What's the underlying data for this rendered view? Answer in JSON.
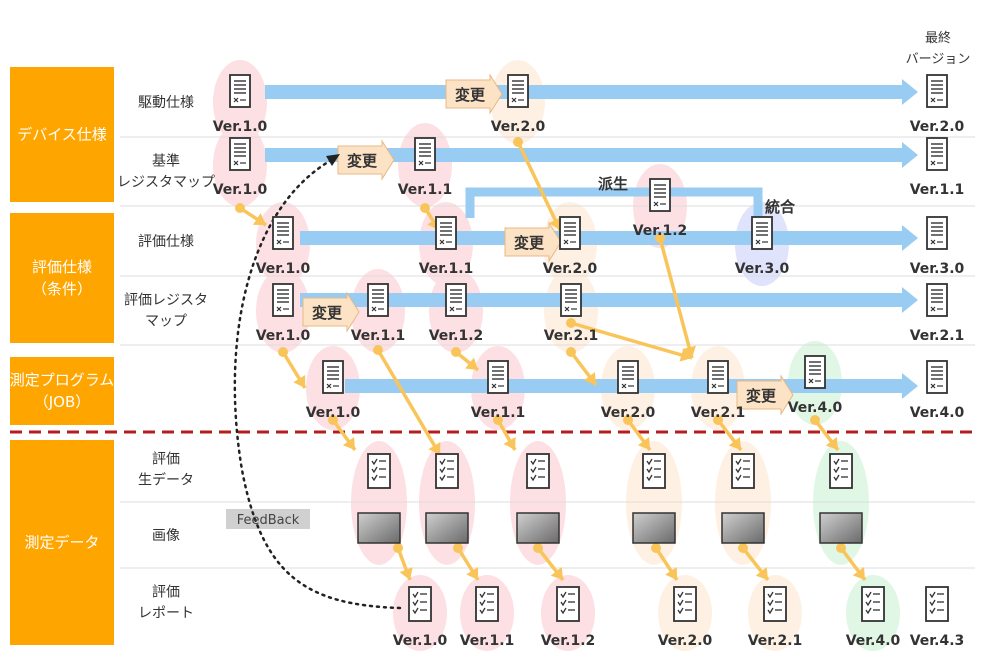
{
  "categories": [
    {
      "label": [
        "デバイス仕様"
      ],
      "rows": [
        0,
        1
      ]
    },
    {
      "label": [
        "評価仕様",
        "（条件）"
      ],
      "rows": [
        2,
        3
      ]
    },
    {
      "label": [
        "測定プログラム",
        "（JOB）"
      ],
      "rows": [
        4
      ]
    },
    {
      "label": [
        "測定データ"
      ],
      "rows": [
        5,
        6,
        7
      ]
    }
  ],
  "rows": [
    {
      "label": [
        "駆動仕様"
      ]
    },
    {
      "label": [
        "基準",
        "レジスタマップ"
      ]
    },
    {
      "label": [
        "評価仕様"
      ]
    },
    {
      "label": [
        "評価レジスタ",
        "マップ"
      ]
    },
    {
      "label": [
        "測定プログラム",
        "（JOB）"
      ]
    },
    {
      "label": [
        "評価",
        "生データ"
      ]
    },
    {
      "label": [
        "画像"
      ]
    },
    {
      "label": [
        "評価",
        "レポート"
      ]
    }
  ],
  "final_version_header": [
    "最終",
    "バージョン"
  ],
  "labels": {
    "change": "変更",
    "derive": "派生",
    "merge": "統合",
    "feedback": "FeedBack"
  },
  "spec_docs": [
    {
      "ver": "Ver.1.0",
      "blob": "pink"
    },
    {
      "ver": "Ver.2.0",
      "blob": "peach"
    },
    {
      "ver": "Ver.2.0",
      "blob": "none"
    },
    {
      "ver": "Ver.1.0",
      "blob": "pink"
    },
    {
      "ver": "Ver.1.1",
      "blob": "pink"
    },
    {
      "ver": "Ver.1.1",
      "blob": "none"
    },
    {
      "ver": "Ver.1.2",
      "blob": "pink"
    },
    {
      "ver": "Ver.1.0",
      "blob": "pink"
    },
    {
      "ver": "Ver.1.1",
      "blob": "pink"
    },
    {
      "ver": "Ver.2.0",
      "blob": "peach"
    },
    {
      "ver": "Ver.3.0",
      "blob": "blue"
    },
    {
      "ver": "Ver.3.0",
      "blob": "none"
    },
    {
      "ver": "Ver.1.0",
      "blob": "pink"
    },
    {
      "ver": "Ver.1.1",
      "blob": "pink"
    },
    {
      "ver": "Ver.1.2",
      "blob": "pink"
    },
    {
      "ver": "Ver.2.1",
      "blob": "peach"
    },
    {
      "ver": "Ver.2.1",
      "blob": "none"
    },
    {
      "ver": "Ver.1.0",
      "blob": "pink"
    },
    {
      "ver": "Ver.1.1",
      "blob": "pink"
    },
    {
      "ver": "Ver.2.0",
      "blob": "peach"
    },
    {
      "ver": "Ver.2.1",
      "blob": "peach"
    },
    {
      "ver": "Ver.4.0",
      "blob": "green"
    },
    {
      "ver": "Ver.4.0",
      "blob": "none"
    }
  ],
  "report_docs": [
    {
      "ver": "Ver.1.0",
      "blob": "pink"
    },
    {
      "ver": "Ver.1.1",
      "blob": "pink"
    },
    {
      "ver": "Ver.1.2",
      "blob": "pink"
    },
    {
      "ver": "Ver.2.0",
      "blob": "peach"
    },
    {
      "ver": "Ver.2.1",
      "blob": "peach"
    },
    {
      "ver": "Ver.4.0",
      "blob": "green"
    },
    {
      "ver": "Ver.4.3",
      "blob": "none"
    }
  ],
  "data_columns": [
    {
      "blob": "pink"
    },
    {
      "blob": "pink"
    },
    {
      "blob": "pink"
    },
    {
      "blob": "peach"
    },
    {
      "blob": "peach"
    },
    {
      "blob": "green"
    }
  ],
  "colors": {
    "category": "#ffa500",
    "timeline_arrow": "#99ccf2",
    "connector": "#f9c55a",
    "change_arrow": "#fde3c6",
    "blob_pink": "#fde0e4",
    "blob_peach": "#fef1e4",
    "blob_blue": "#dfe3fb",
    "blob_green": "#dff7e4",
    "divider": "#b71c1c"
  }
}
